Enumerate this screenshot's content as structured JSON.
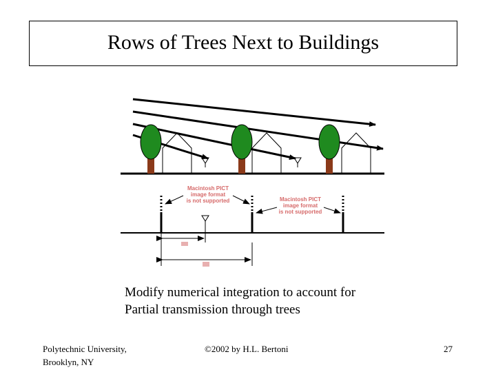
{
  "slide": {
    "title": "Rows of Trees Next to Buildings",
    "caption_line1": "Modify numerical integration to account for",
    "caption_line2": "Partial transmission through trees",
    "footer_institution_line1": "Polytechnic University,",
    "footer_institution_line2": "Brooklyn, NY",
    "footer_copyright": "©2002 by H.L. Bertoni",
    "page_number": "27"
  },
  "pict_placeholder": {
    "line1": "Macintosh PICT",
    "line2": "image format",
    "line3": "is not supported"
  },
  "colors": {
    "tree_foliage": "#1f8a1f",
    "tree_trunk": "#8b3a1a",
    "placeholder_text": "#d66a6a"
  }
}
